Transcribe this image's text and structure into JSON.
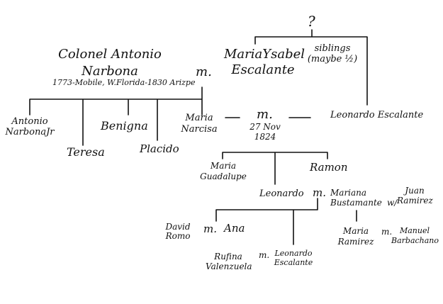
{
  "tree": {
    "question_mark": "?",
    "antonio": {
      "line1": "Colonel Antonio",
      "line2": "Narbona",
      "dates": "1773-Mobile, W.Florida-1830 Arizpe"
    },
    "m_antonio": "m.",
    "maria_ysabel": {
      "line1": "MariaYsabel",
      "line2": "Escalante"
    },
    "siblings": {
      "line1": "siblings",
      "line2": "(maybe ½)"
    },
    "antonio_jr": {
      "line1": "Antonio",
      "line2": "NarbonaJr"
    },
    "teresa": "Teresa",
    "benigna": "Benigna",
    "placido": "Placido",
    "maria_narcisa": {
      "line1": "Maria",
      "line2": "Narcisa"
    },
    "m_narcisa": "m.",
    "marriage_date": {
      "line1": "27 Nov",
      "line2": "1824"
    },
    "leonardo_escalante_sr": "Leonardo Escalante",
    "maria_guadalupe": {
      "line1": "Maria",
      "line2": "Guadalupe"
    },
    "ramon": "Ramon",
    "leonardo": "Leonardo",
    "m_leonardo": "m.",
    "mariana": {
      "line1": "Mariana",
      "line2": "Bustamante"
    },
    "wl": "w/",
    "juan_ramirez": {
      "line1": "Juan",
      "line2": "Ramirez"
    },
    "david_romo": {
      "line1": "David",
      "line2": "Romo"
    },
    "m_ana": "m.",
    "ana": "Ana",
    "rufina": {
      "line1": "Rufina",
      "line2": "Valenzuela"
    },
    "m_rufina": "m.",
    "leonardo_escalante_jr": {
      "line1": "Leonardo",
      "line2": "Escalante"
    },
    "maria_ramirez": {
      "line1": "Maria",
      "line2": "Ramirez"
    },
    "m_manuel": "m.",
    "manuel": {
      "line1": "Manuel",
      "line2": "Barbachano"
    }
  }
}
